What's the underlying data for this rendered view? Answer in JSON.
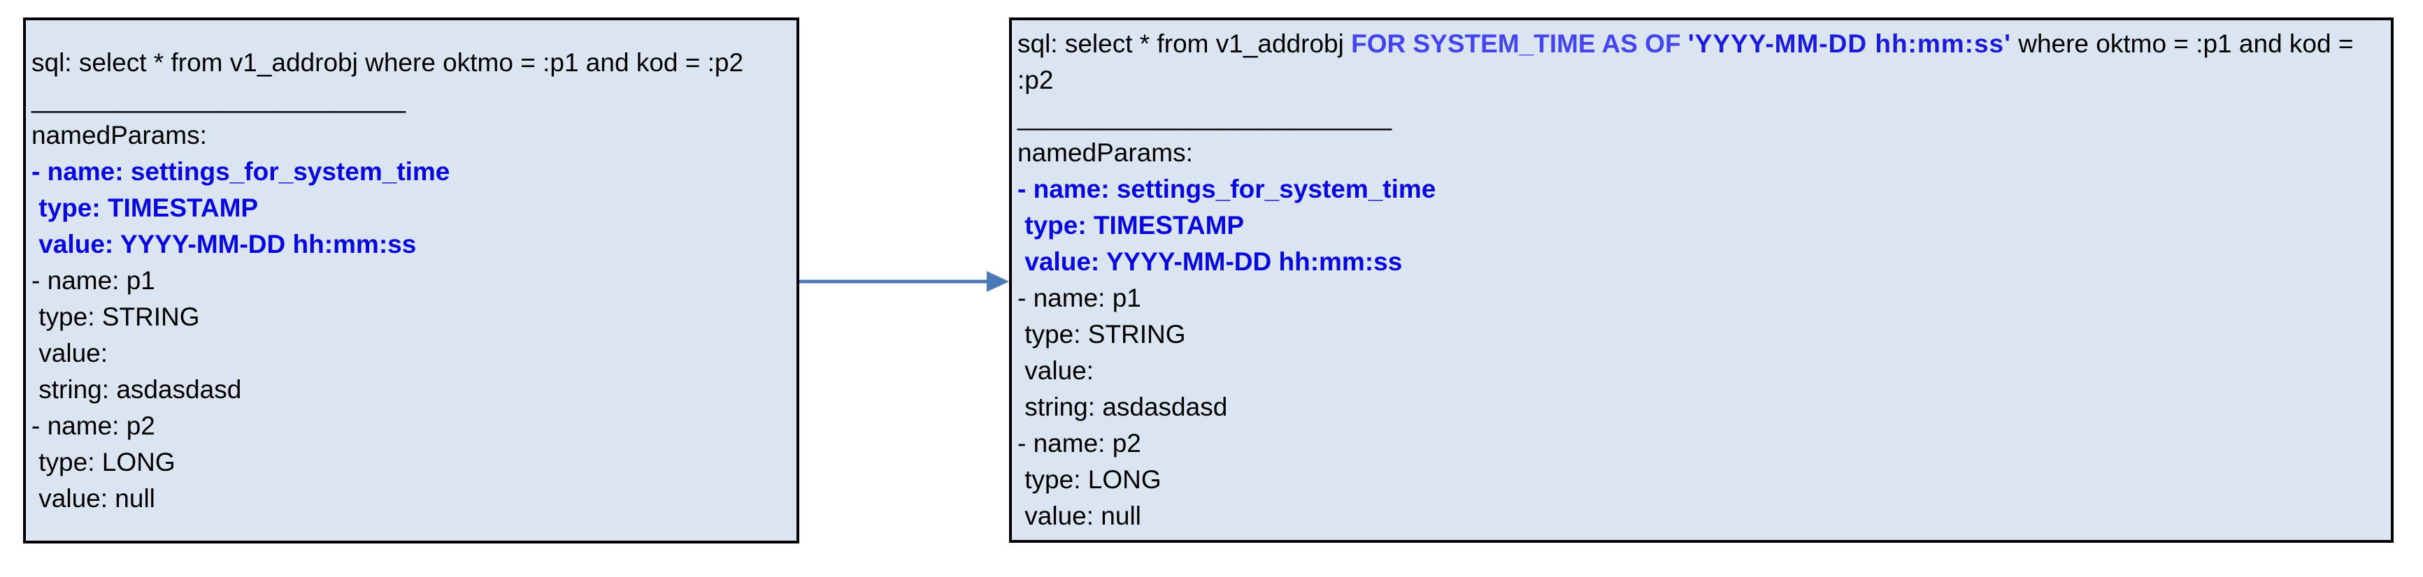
{
  "colors": {
    "page-bg": "#ffffff",
    "box-fill": "#dbe5f1",
    "box-border": "#000000",
    "text": "#000000",
    "param-blue": "#0909db",
    "keyword-blue": "#4545ec",
    "timestamp-blue": "#1c1cd8",
    "arrow": "#4d79b8"
  },
  "left_box": {
    "sql_line": "sql: select * from v1_addrobj where oktmo = :p1 and kod = :p2",
    "separator": "__________________________",
    "params_header": "namedParams:",
    "highlight_params": [
      "- name: settings_for_system_time",
      " type: TIMESTAMP",
      " value: YYYY-MM-DD hh:mm:ss"
    ],
    "plain_params": [
      "- name: p1",
      " type: STRING",
      " value:",
      " string: asdasdasd",
      "- name: p2",
      " type: LONG",
      " value: null"
    ]
  },
  "right_box": {
    "sql_segments": {
      "prefix": "sql: select * from v1_addrobj ",
      "keyword": "FOR SYSTEM_TIME AS OF ",
      "timestamp": "'YYYY-MM-DD hh:mm:ss'",
      "suffix_line1": " where oktmo = :p1 and kod =",
      "suffix_line2": ":p2"
    },
    "separator": "__________________________",
    "params_header": "namedParams:",
    "highlight_params": [
      "- name: settings_for_system_time",
      " type: TIMESTAMP",
      " value: YYYY-MM-DD hh:mm:ss"
    ],
    "plain_params": [
      "- name: p1",
      " type: STRING",
      " value:",
      " string: asdasdasd",
      "- name: p2",
      " type: LONG",
      " value: null"
    ]
  },
  "arrow": {
    "direction": "right"
  }
}
